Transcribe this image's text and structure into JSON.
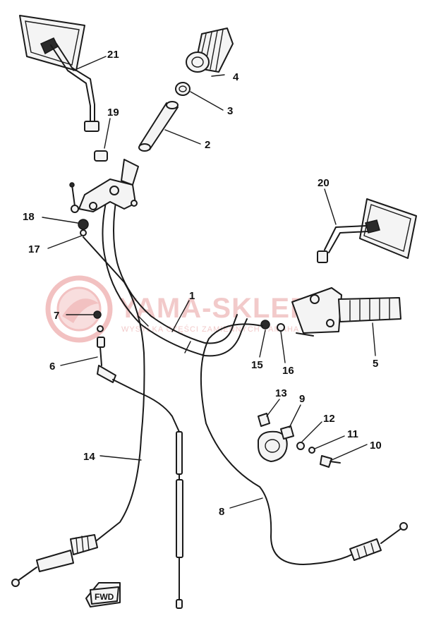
{
  "watermark": {
    "brand": "YAMA-SKLEP.PL",
    "tagline": "WYSYŁKA CZĘŚCI ZAMIENNYCH YAMAHA",
    "color": "#e8a0a0"
  },
  "direction_marker": "FWD",
  "callouts": [
    {
      "id": "c1",
      "label": "1"
    },
    {
      "id": "c2",
      "label": "2"
    },
    {
      "id": "c3",
      "label": "3"
    },
    {
      "id": "c4",
      "label": "4"
    },
    {
      "id": "c5",
      "label": "5"
    },
    {
      "id": "c6",
      "label": "6"
    },
    {
      "id": "c7",
      "label": "7"
    },
    {
      "id": "c8",
      "label": "8"
    },
    {
      "id": "c9",
      "label": "9"
    },
    {
      "id": "c10",
      "label": "10"
    },
    {
      "id": "c11",
      "label": "11"
    },
    {
      "id": "c12",
      "label": "12"
    },
    {
      "id": "c13",
      "label": "13"
    },
    {
      "id": "c14",
      "label": "14"
    },
    {
      "id": "c15",
      "label": "15"
    },
    {
      "id": "c16",
      "label": "16"
    },
    {
      "id": "c17",
      "label": "17"
    },
    {
      "id": "c18",
      "label": "18"
    },
    {
      "id": "c19",
      "label": "19"
    },
    {
      "id": "c20",
      "label": "20"
    },
    {
      "id": "c21",
      "label": "21"
    }
  ]
}
